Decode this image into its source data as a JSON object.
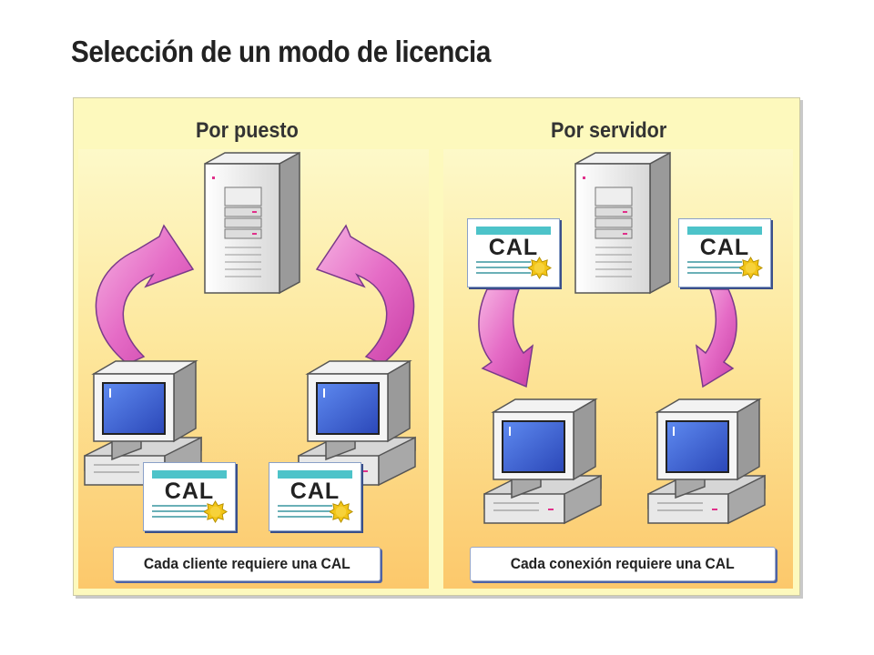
{
  "title": "Selección de un modo de licencia",
  "left": {
    "heading": "Por puesto",
    "caption": "Cada cliente requiere una CAL"
  },
  "right": {
    "heading": "Por servidor",
    "caption": "Cada conexión requiere una CAL"
  },
  "cal_label": "CAL",
  "colors": {
    "arrow": "#e070c0",
    "cal_band": "#4dc3c9",
    "screen": "#3b63d6",
    "frame_bg": "#fdf9bd"
  },
  "icons": [
    "server-icon",
    "computer-icon",
    "cal-license-icon",
    "curved-arrow-icon"
  ]
}
